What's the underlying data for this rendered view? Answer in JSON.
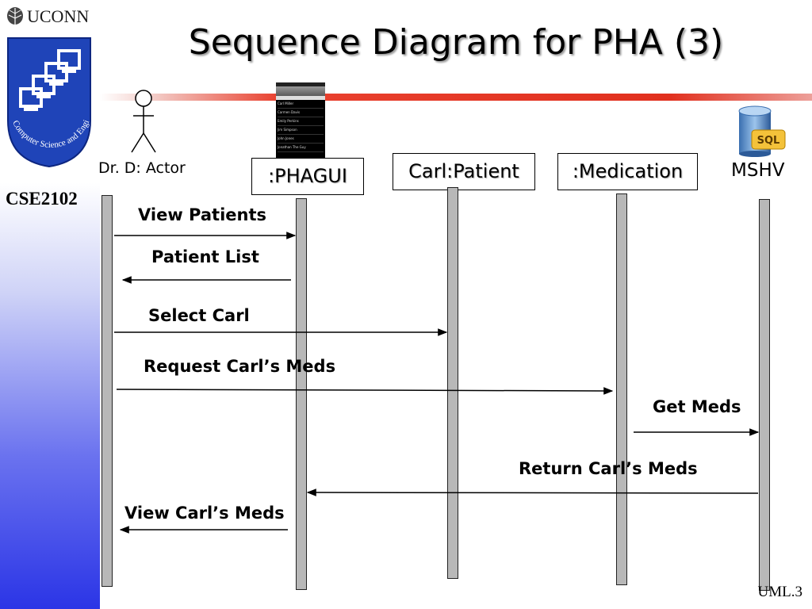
{
  "header": {
    "uconn": "UCONN",
    "course": "CSE2102",
    "title": "Sequence Diagram for PHA (3)"
  },
  "logo": {
    "caption": "Computer Science and Engineering"
  },
  "phone": {
    "list": [
      "Carl Miller",
      "Carmen Davis",
      "Emily Perkins",
      "Jim Simpson",
      "John Jones",
      "Jonathan The Guy"
    ]
  },
  "lifelines": {
    "actor": "Dr. D: Actor",
    "gui": ":PHAGUI",
    "patient": "Carl:Patient",
    "medication": ":Medication",
    "db": "MSHV",
    "db_icon": "SQL"
  },
  "messages": {
    "m1": "View Patients",
    "m2": "Patient List",
    "m3": "Select Carl",
    "m4": "Request Carl’s Meds",
    "m5": "Get Meds",
    "m6": "Return Carl’s Meds",
    "m7": "View Carl’s Meds"
  },
  "footer": {
    "slide": "UML.3"
  }
}
